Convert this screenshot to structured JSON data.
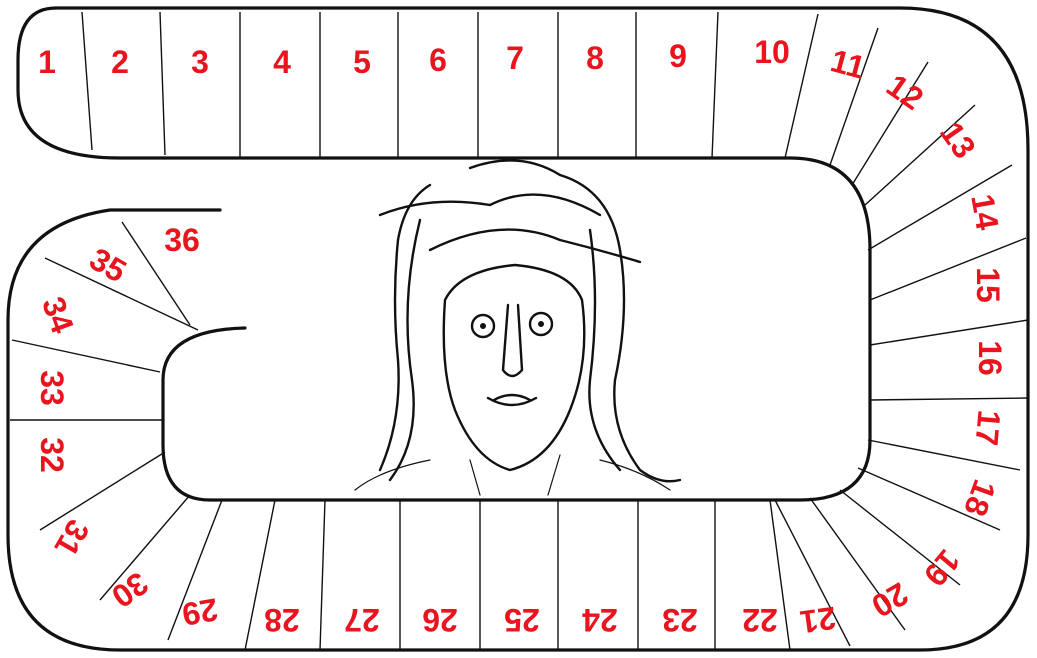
{
  "board": {
    "number_color": "#e8141e",
    "line_color": "#111111",
    "background": "#ffffff",
    "center_image": "face-illustration",
    "spaces": [
      "1",
      "2",
      "3",
      "4",
      "5",
      "6",
      "7",
      "8",
      "9",
      "10",
      "11",
      "12",
      "13",
      "14",
      "15",
      "16",
      "17",
      "18",
      "19",
      "20",
      "21",
      "22",
      "23",
      "24",
      "25",
      "26",
      "27",
      "28",
      "29",
      "30",
      "31",
      "32",
      "33",
      "34",
      "35",
      "36"
    ]
  }
}
